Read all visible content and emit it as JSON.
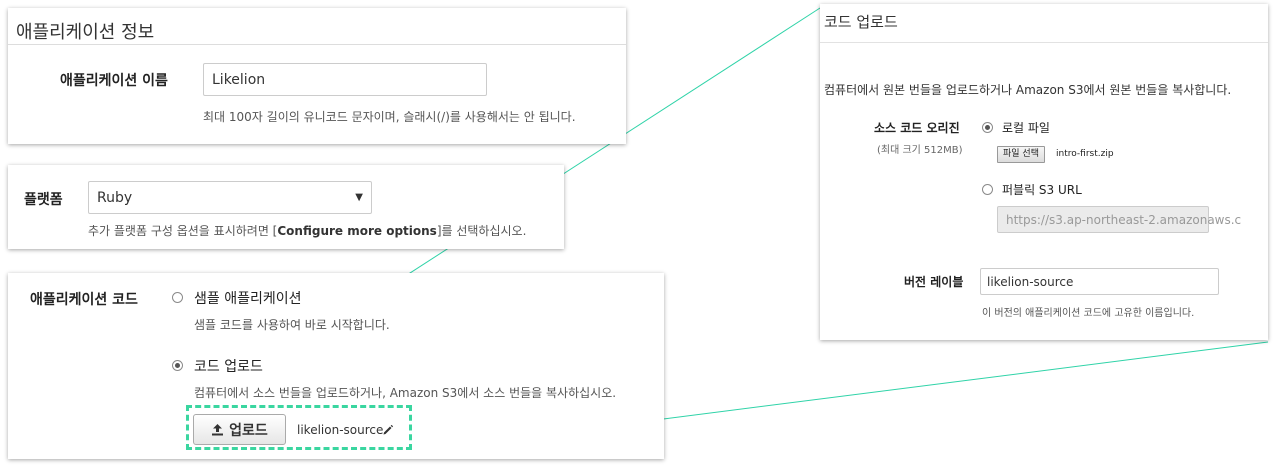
{
  "app_info": {
    "title": "애플리케이션 정보",
    "name_label": "애플리케이션 이름",
    "name_value": "Likelion",
    "name_help": "최대 100자 길이의 유니코드 문자이며, 슬래시(/)를 사용해서는 안 됩니다."
  },
  "platform": {
    "label": "플랫폼",
    "value": "Ruby",
    "help_prefix": "추가 플랫폼 구성 옵션을 표시하려면 [",
    "help_bold": "Configure more options",
    "help_suffix": "]를 선택하십시오."
  },
  "app_code": {
    "label": "애플리케이션 코드",
    "sample_label": "샘플 애플리케이션",
    "sample_help": "샘플 코드를 사용하여 바로 시작합니다.",
    "upload_label": "코드 업로드",
    "upload_help": "컴퓨터에서 소스 번들을 업로드하거나, Amazon S3에서 소스 번들을 복사하십시오.",
    "upload_button": "업로드",
    "version_name": "likelion-source",
    "selected_option": "upload"
  },
  "upload_dialog": {
    "title": "코드 업로드",
    "intro": "컴퓨터에서 원본 번들을 업로드하거나 Amazon S3에서 원본 번들을 복사합니다.",
    "source_label": "소스 코드 오리진",
    "source_sub": "(최대 크기 512MB)",
    "local_file_label": "로컬 파일",
    "file_button": "파일 선택",
    "file_name": "intro-first.zip",
    "s3_label": "퍼블릭 S3 URL",
    "s3_value": "https://s3.ap-northeast-2.amazonaws.c",
    "version_label": "버전 레이블",
    "version_value": "likelion-source",
    "version_help": "이 버전의 애플리케이션 코드에 고유한 이름입니다.",
    "selected_source": "local"
  },
  "colors": {
    "callout_line": "#2fd3a8",
    "highlight_border": "#3ad6a0"
  }
}
